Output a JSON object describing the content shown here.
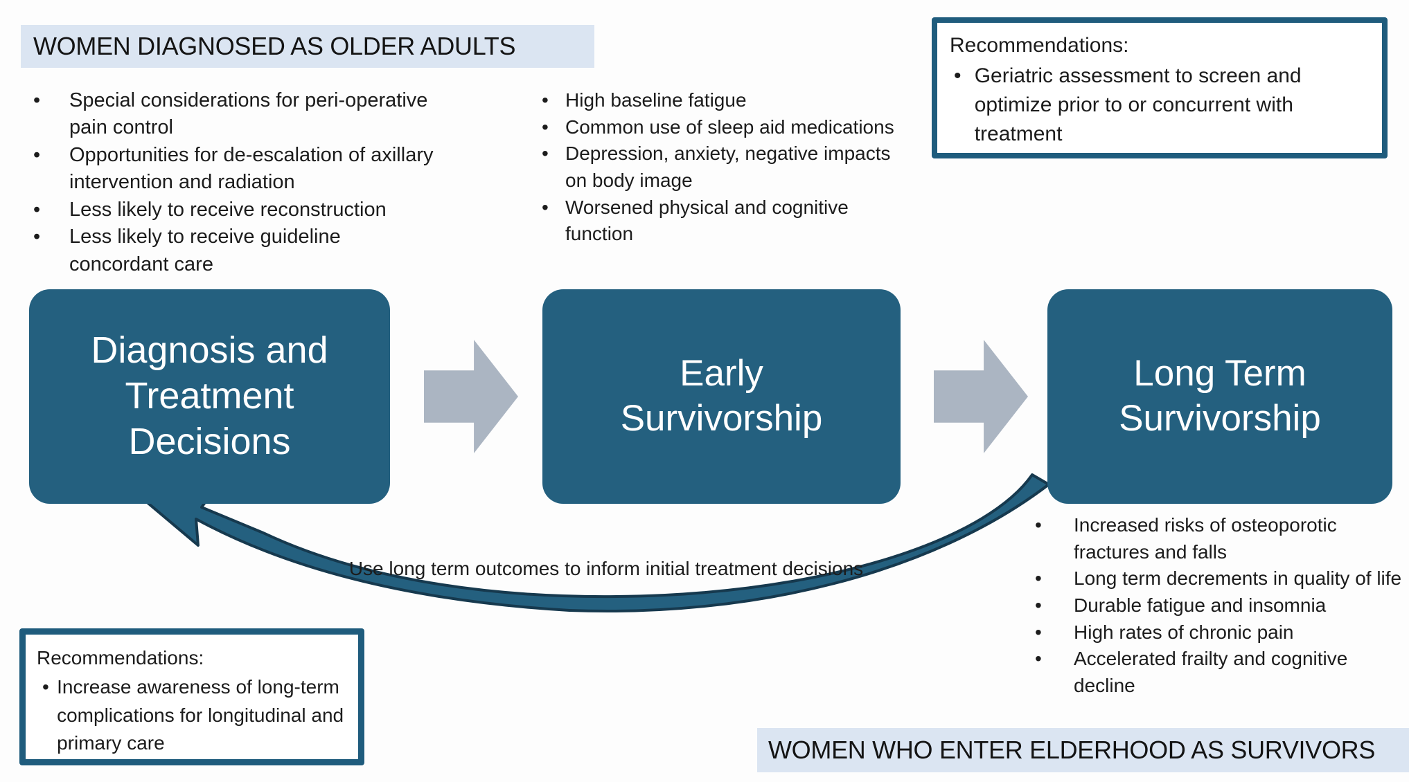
{
  "banners": {
    "top": "WOMEN DIAGNOSED AS OLDER ADULTS",
    "bottom": "WOMEN WHO ENTER ELDERHOOD AS SURVIVORS"
  },
  "stages": [
    {
      "label": "Diagnosis and Treatment Decisions"
    },
    {
      "label": "Early Survivorship"
    },
    {
      "label": "Long Term Survivorship"
    }
  ],
  "lists": {
    "diagnosis": {
      "items": [
        "Special considerations for peri-operative pain control",
        "Opportunities for de-escalation of axillary intervention and radiation",
        "Less likely to receive reconstruction",
        "Less likely to receive guideline concordant care"
      ]
    },
    "early": {
      "items": [
        "High baseline fatigue",
        "Common use of sleep aid medications",
        "Depression, anxiety, negative impacts on body image",
        "Worsened physical and cognitive function"
      ]
    },
    "longterm": {
      "items": [
        "Increased risks of osteoporotic fractures and falls",
        "Long term decrements in quality of life",
        "Durable fatigue and insomnia",
        "High rates of chronic pain",
        "Accelerated frailty and cognitive decline"
      ]
    }
  },
  "recommendations_top": {
    "title": "Recommendations:",
    "items": [
      "Geriatric assessment to screen and optimize prior to or concurrent with treatment"
    ]
  },
  "recommendations_bottom": {
    "title": "Recommendations:",
    "items": [
      "Increase awareness of long-term complications for longitudinal and primary care"
    ]
  },
  "feedback_arrow": {
    "label": "Use long term outcomes to inform initial treatment decisions"
  },
  "glyphs": {
    "bullet": "•"
  },
  "colors": {
    "stage_fill": "#24607F",
    "recommendation_border": "#1F5C7D",
    "banner_background": "#DBE5F2",
    "flow_arrow_gray": "#ABB5C2",
    "feedback_arrow_outline": "#16394E",
    "body_text": "#1C1C1C"
  }
}
